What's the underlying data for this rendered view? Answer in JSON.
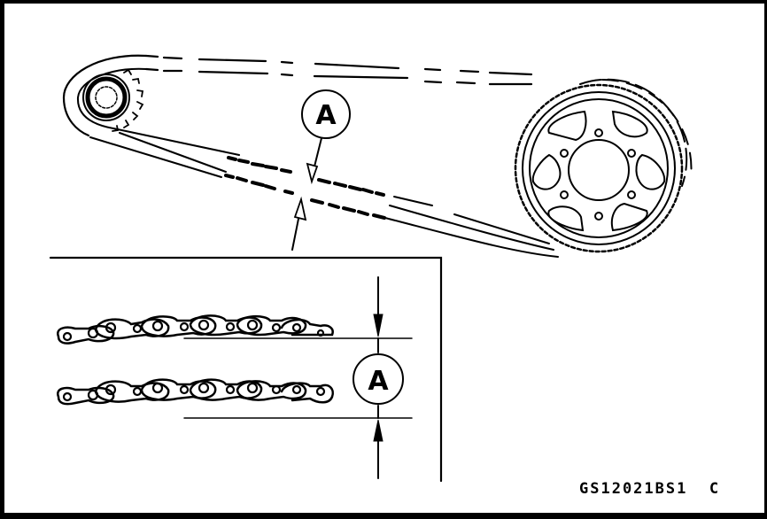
{
  "diagram": {
    "subject": "Drive chain slack measurement",
    "components": [
      {
        "id": "engine-sprocket",
        "label": "Engine (front) sprocket"
      },
      {
        "id": "rear-sprocket",
        "label": "Rear sprocket"
      },
      {
        "id": "drive-chain",
        "label": "Drive chain (upper dashed run, lower slack run shown in two positions)"
      },
      {
        "id": "detail-inset",
        "label": "Enlarged chain detail"
      }
    ],
    "callouts": {
      "main": "A",
      "inset": "A"
    },
    "figure_code": "GS12021BS1",
    "figure_suffix": "C"
  },
  "colors": {
    "line": "#000000",
    "background": "#ffffff",
    "border": "#000000"
  }
}
